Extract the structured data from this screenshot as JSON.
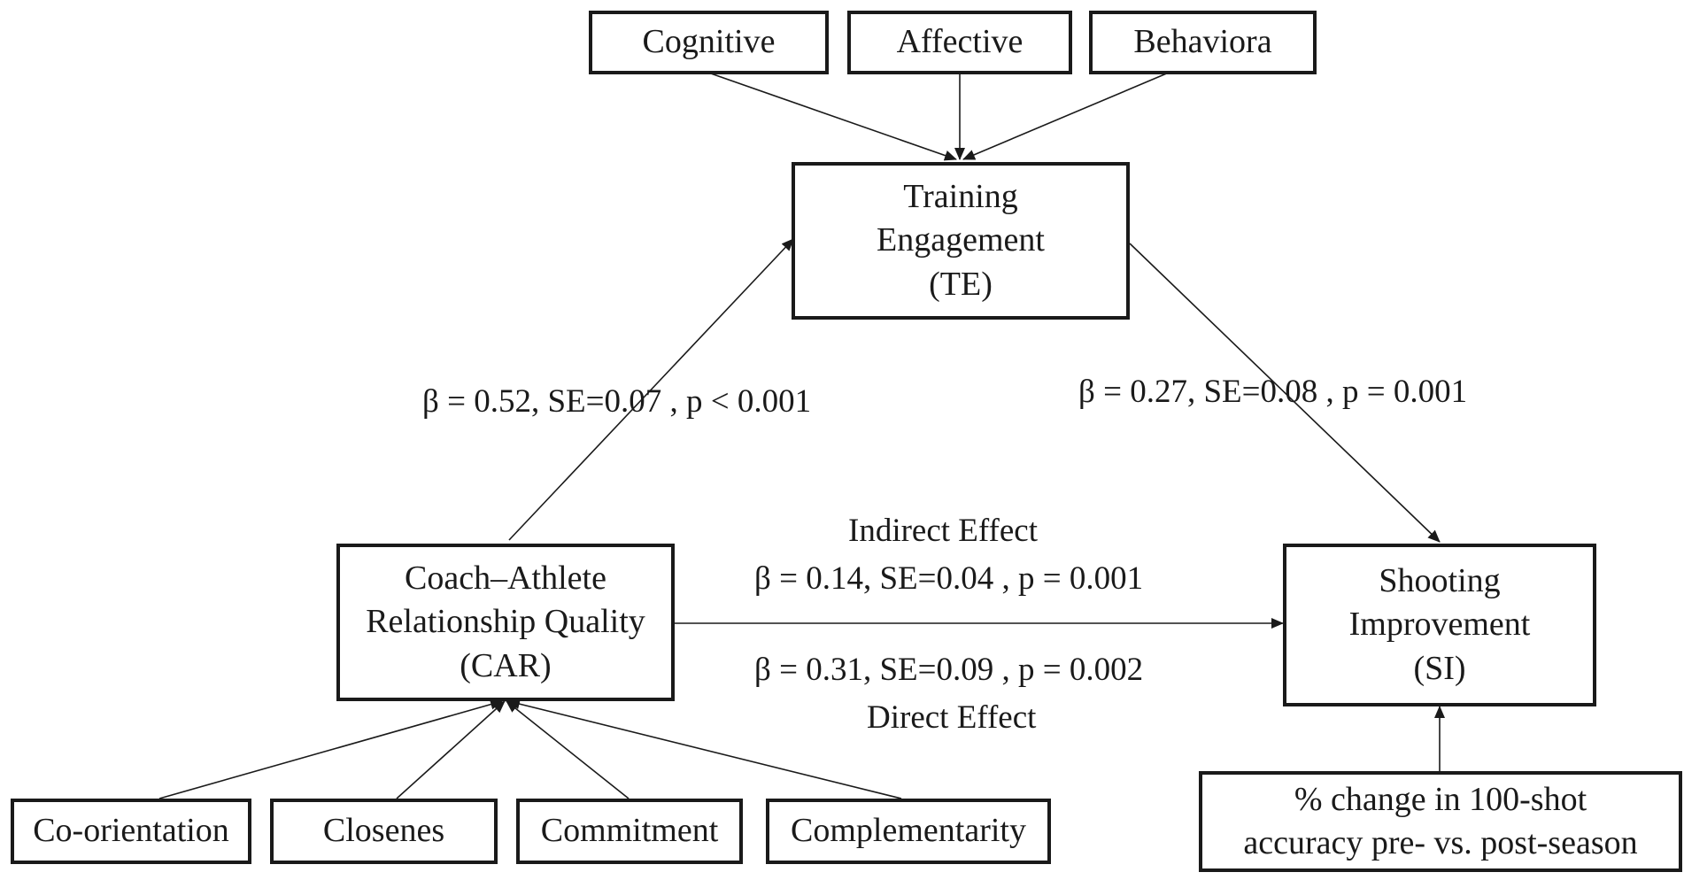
{
  "nodes": {
    "cognitive": {
      "lines": [
        "Cognitive"
      ]
    },
    "affective": {
      "lines": [
        "Affective"
      ]
    },
    "behavioral": {
      "lines": [
        "Behaviora"
      ]
    },
    "training_engagement": {
      "lines": [
        "Training",
        "Engagement",
        "(TE)"
      ]
    },
    "car": {
      "lines": [
        "Coach–Athlete",
        "Relationship Quality",
        "(CAR)"
      ]
    },
    "shooting_improvement": {
      "lines": [
        "Shooting",
        "Improvement",
        "(SI)"
      ]
    },
    "co_orientation": {
      "lines": [
        "Co-orientation"
      ]
    },
    "closeness": {
      "lines": [
        "Closenes"
      ]
    },
    "commitment": {
      "lines": [
        "Commitment"
      ]
    },
    "complementarity": {
      "lines": [
        "Complementarity"
      ]
    },
    "accuracy_measure": {
      "lines": [
        "% change in 100-shot",
        "accuracy pre- vs. post-season"
      ]
    }
  },
  "paths": {
    "car_to_te": "β = 0.52, SE=0.07 , p < 0.001",
    "te_to_si": "β = 0.27, SE=0.08 , p = 0.001",
    "indirect_title": "Indirect Effect",
    "indirect_stats": "β = 0.14, SE=0.04 , p = 0.001",
    "direct_stats": "β = 0.31, SE=0.09 , p = 0.002",
    "direct_title": "Direct Effect"
  }
}
